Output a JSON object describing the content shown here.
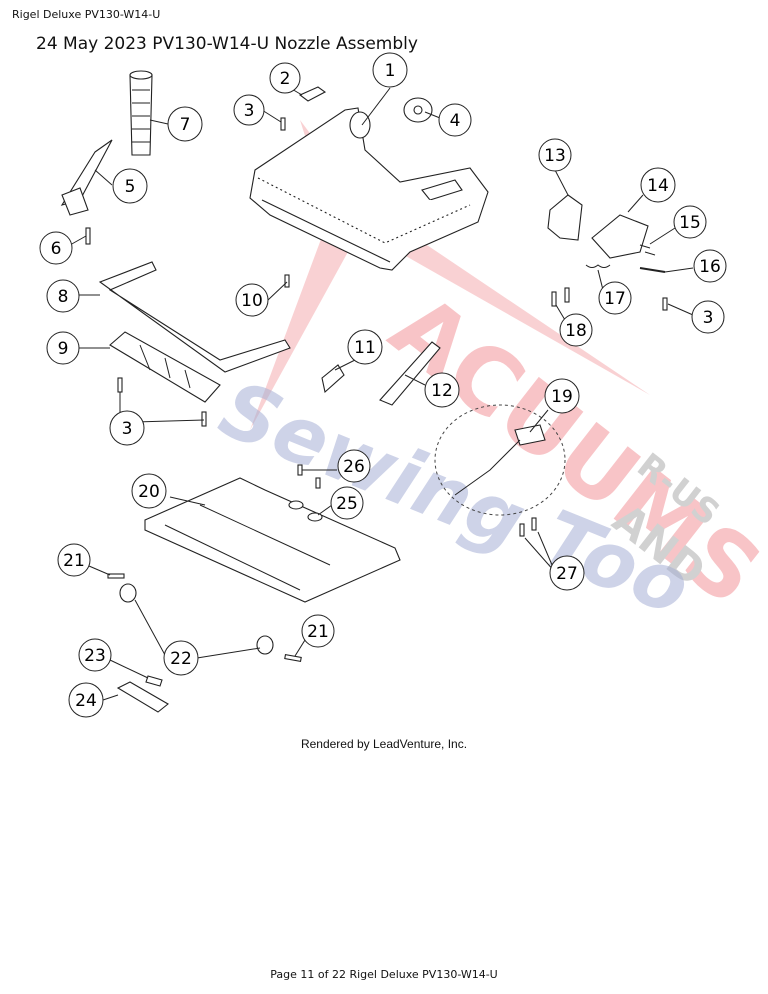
{
  "header": {
    "model": "Rigel Deluxe PV130-W14-U",
    "title": "24 May 2023 PV130-W14-U Nozzle Assembly"
  },
  "callouts": [
    "1",
    "2",
    "3",
    "4",
    "5",
    "6",
    "7",
    "8",
    "9",
    "10",
    "11",
    "12",
    "13",
    "14",
    "15",
    "16",
    "17",
    "18",
    "3",
    "3",
    "19",
    "20",
    "21",
    "22",
    "23",
    "24",
    "25",
    "26",
    "21",
    "27"
  ],
  "watermark": {
    "line1": "ACUUMS",
    "line2": "R-US",
    "line3": "AND",
    "line4": "Sewing Too",
    "primary_color": "#e8474f",
    "secondary_color": "#3b4fa0",
    "gray_color": "#9a9a9a"
  },
  "credit": "Rendered by LeadVenture, Inc.",
  "footer": "Page 11 of 22 Rigel Deluxe PV130-W14-U"
}
